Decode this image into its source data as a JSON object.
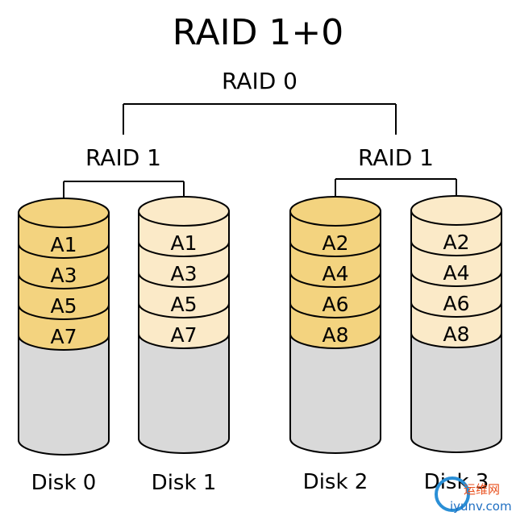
{
  "diagram": {
    "title": "RAID 1+0",
    "top_label": "RAID 0",
    "groups": [
      {
        "label": "RAID 1",
        "disks": [
          {
            "name": "Disk 0",
            "blocks": [
              "A1",
              "A3",
              "A5",
              "A7"
            ],
            "style": "primary"
          },
          {
            "name": "Disk 1",
            "blocks": [
              "A1",
              "A3",
              "A5",
              "A7"
            ],
            "style": "mirror"
          }
        ]
      },
      {
        "label": "RAID 1",
        "disks": [
          {
            "name": "Disk 2",
            "blocks": [
              "A2",
              "A4",
              "A6",
              "A8"
            ],
            "style": "primary"
          },
          {
            "name": "Disk 3",
            "blocks": [
              "A2",
              "A4",
              "A6",
              "A8"
            ],
            "style": "mirror"
          }
        ]
      }
    ]
  },
  "colors": {
    "primary_block": "#f3d37f",
    "mirror_block": "#fbeac8",
    "empty_body": "#d9d9d9",
    "stroke": "#000000"
  },
  "watermark": {
    "line1": "运维网",
    "line2": "iyunv.com"
  }
}
